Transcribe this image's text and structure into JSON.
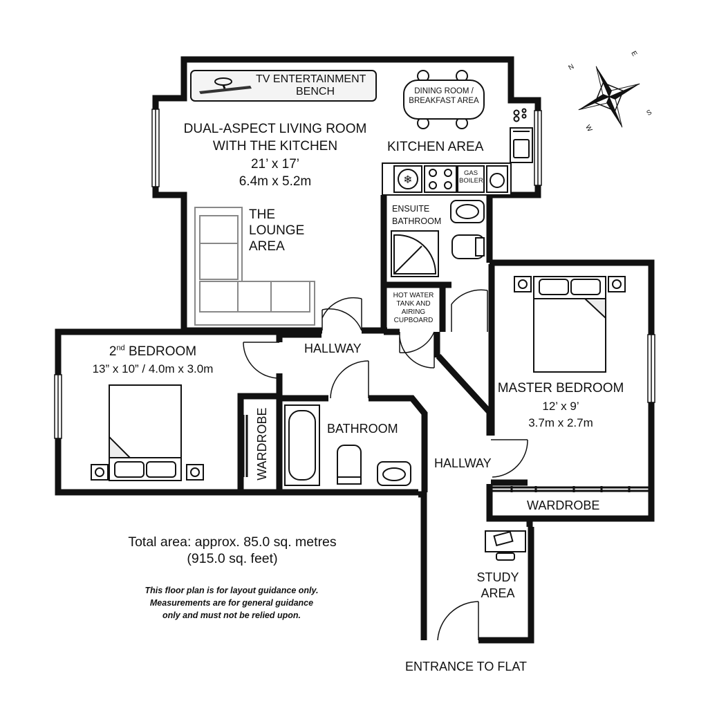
{
  "rooms": {
    "tv": [
      "TV ENTERTAINMENT",
      "BENCH"
    ],
    "dining": [
      "DINING ROOM /",
      "BREAKFAST AREA"
    ],
    "living": [
      "DUAL-ASPECT LIVING ROOM",
      "WITH THE KITCHEN",
      "21’ x 17’",
      "6.4m x 5.2m"
    ],
    "kitchen": "KITCHEN AREA",
    "boiler": [
      "GAS",
      "BOILER"
    ],
    "lounge": [
      "THE",
      "LOUNGE",
      "AREA"
    ],
    "ensuite": [
      "ENSUITE",
      "BATHROOM"
    ],
    "hotwater": [
      "HOT WATER",
      "TANK AND",
      "AIRING",
      "CUPBOARD"
    ],
    "bedroom2": {
      "num": "2",
      "sup": "nd",
      "name": " BEDROOM",
      "dims": "13” x 10” / 4.0m x 3.0m"
    },
    "hallway_top": "HALLWAY",
    "hallway_mid": "HALLWAY",
    "wardrobe_left": "WARDROBE",
    "bathroom": "BATHROOM",
    "master": [
      "MASTER BEDROOM",
      "12’ x 9’",
      "3.7m x 2.7m"
    ],
    "wardrobe_right": "WARDROBE",
    "study": [
      "STUDY",
      "AREA"
    ],
    "entrance": "ENTRANCE TO FLAT"
  },
  "area": [
    "Total area: approx. 85.0 sq. metres",
    "(915.0 sq. feet)"
  ],
  "disclaimer": [
    "This floor plan is for layout guidance only.",
    "Measurements are for general guidance",
    "only and must not be relied upon."
  ],
  "compass": {
    "n": "N",
    "e": "E",
    "s": "S",
    "w": "W"
  },
  "colors": {
    "wall": "#111111",
    "furniture": "#777777",
    "fill": "#ffffff",
    "bench": "#f4f4f4"
  }
}
